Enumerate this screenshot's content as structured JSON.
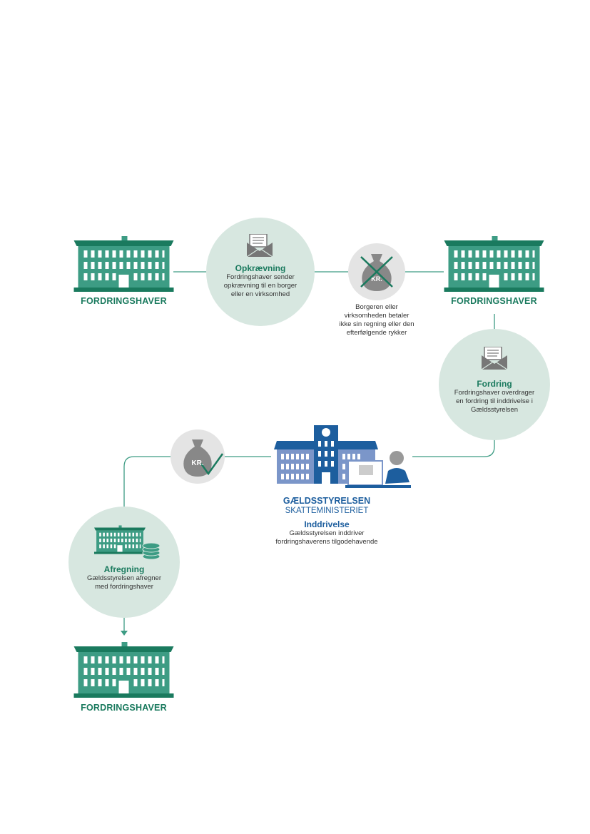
{
  "colors": {
    "green": "#3d9c84",
    "green_dark": "#1a7a5e",
    "circle_fill": "#d7e7e0",
    "grey_circle": "#e4e4e4",
    "blue": "#1d5e9e",
    "blue_light": "#7b96c9"
  },
  "nodes": {
    "creditor_1": {
      "label": "FORDRINGSHAVER",
      "icon": "building-icon"
    },
    "creditor_2": {
      "label": "FORDRINGSHAVER",
      "icon": "building-icon"
    },
    "creditor_3": {
      "label": "FORDRINGSHAVER",
      "icon": "building-icon"
    },
    "opkraevning": {
      "title": "Opkrævning",
      "lines": [
        "Fordringshaver sender",
        "opkrævning til en borger",
        "eller en virksomhed"
      ],
      "icon": "envelope-icon"
    },
    "not_paid": {
      "lines": [
        "Borgeren eller",
        "virksomheden betaler",
        "ikke sin regning eller den",
        "efterfølgende rykker"
      ],
      "icon": "money-bag-crossed-icon"
    },
    "fordring": {
      "title": "Fordring",
      "lines": [
        "Fordringshaver overdrager",
        "en fordring til inddrivelse i",
        "Gældsstyrelsen"
      ],
      "icon": "envelope-icon"
    },
    "paid": {
      "bag_text": "KR.",
      "icon": "money-bag-check-icon"
    },
    "gaeldsstyrelsen": {
      "name": "GÆLDSSTYRELSEN",
      "ministry": "SKATTEMINISTERIET",
      "title": "Inddrivelse",
      "lines": [
        "Gældsstyrelsen inddriver",
        "fordringshaverens tilgodehavende"
      ],
      "icon": "government-building-icon"
    },
    "afregning": {
      "title": "Afregning",
      "lines": [
        "Gældsstyrelsen afregner",
        "med fordringshaver"
      ],
      "icon": "building-coins-icon"
    }
  }
}
